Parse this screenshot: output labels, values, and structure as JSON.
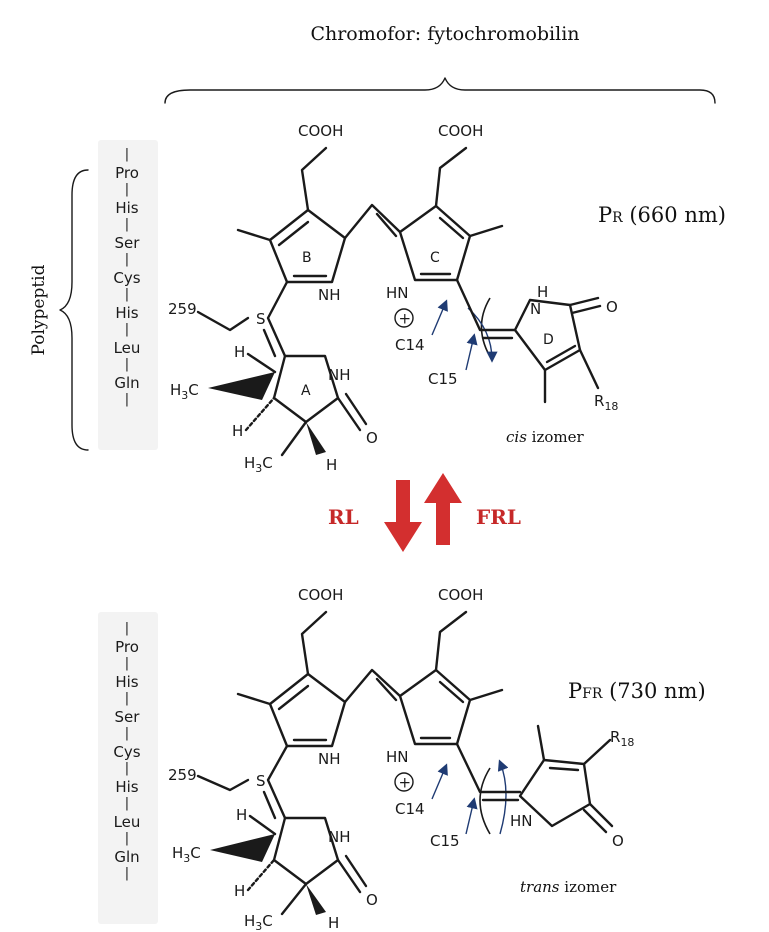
{
  "title": "Chromofor: fytochromobilin",
  "polypeptide_label": "Polypeptid",
  "peptide_residues": [
    "Pro",
    "His",
    "Ser",
    "Cys",
    "His",
    "Leu",
    "Gln"
  ],
  "cys_position": "259",
  "top_structure": {
    "state_main": "P",
    "state_sub": "R",
    "state_wavelength": " (660 nm)",
    "isomer_italic": "cis",
    "isomer_rest": " izomer"
  },
  "bottom_structure": {
    "state_main": "P",
    "state_sub": "FR",
    "state_wavelength": " (730 nm)",
    "isomer_italic": "trans",
    "isomer_rest": " izomer"
  },
  "atoms": {
    "cooh": "COOH",
    "nh": "NH",
    "hn": "HN",
    "h": "H",
    "s": "S",
    "o": "O",
    "c14": "C14",
    "c15": "C15",
    "r18_main": "R",
    "r18_sub": "18",
    "h3c_main": "H",
    "h3c_sub": "3",
    "h3c_tail": "C",
    "plus": "+"
  },
  "ring_labels": [
    "A",
    "B",
    "C",
    "D"
  ],
  "arrows": {
    "forward_label": "RL",
    "reverse_label": "FRL",
    "color": "#c62828"
  }
}
